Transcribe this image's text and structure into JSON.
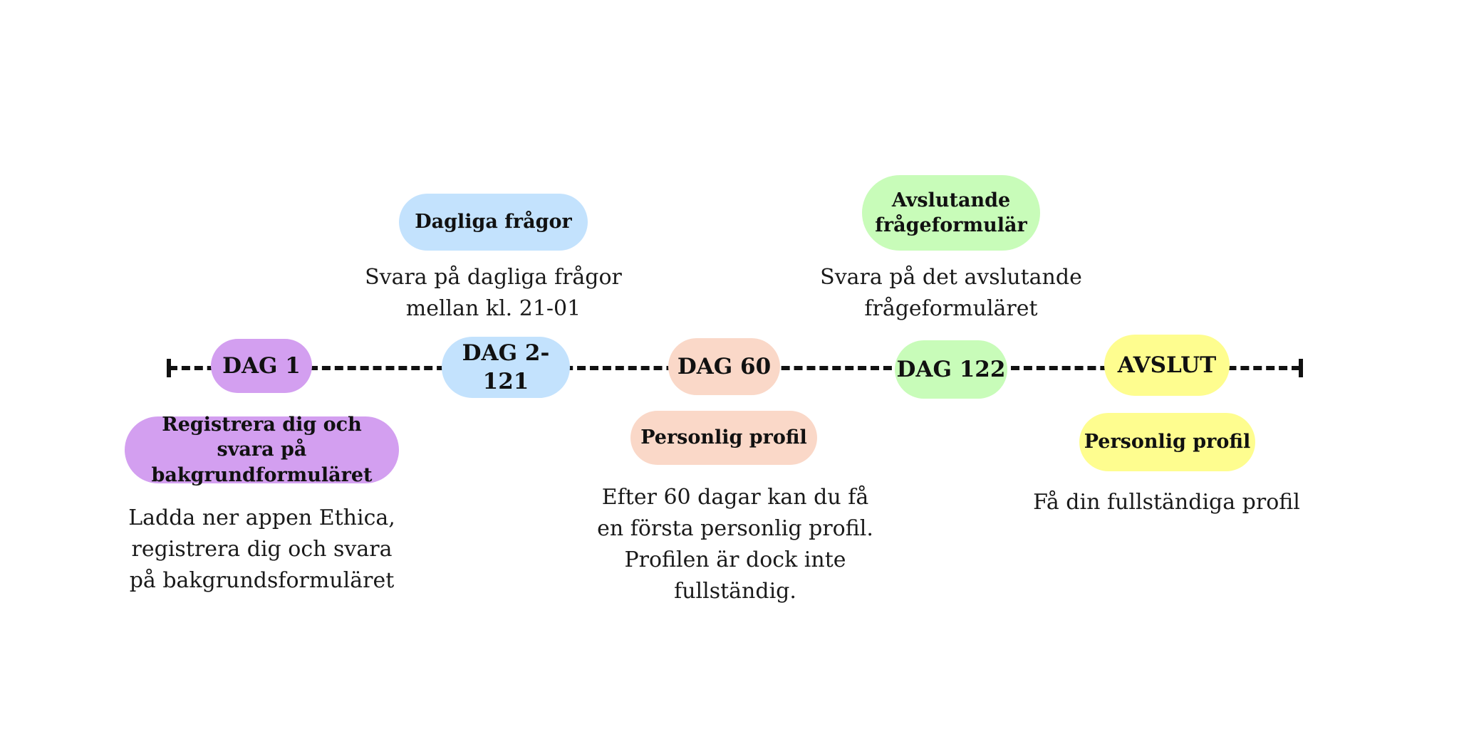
{
  "timeline": {
    "milestones": [
      {
        "day": "DAG 1",
        "label": "Registrera dig och svara på bakgrundformuläret",
        "description": "Ladda ner appen Ethica, registrera dig och svara på bakgrundsformuläret",
        "color": "#d39ff0"
      },
      {
        "day": "DAG 2-121",
        "label": "Dagliga frågor",
        "description": "Svara på dagliga frågor mellan kl. 21-01",
        "color": "#c3e2fd"
      },
      {
        "day": "DAG 60",
        "label": "Personlig profil",
        "description": "Efter 60 dagar kan du få en första personlig profil. Profilen är dock inte fullständig.",
        "color": "#fad8c8"
      },
      {
        "day": "DAG 122",
        "label": "Avslutande frågeformulär",
        "description": "Svara på det avslutande frågeformuläret",
        "color": "#c8fcb9"
      },
      {
        "day": "AVSLUT",
        "label": "Personlig profil",
        "description": "Få din fullständiga profil",
        "color": "#fefd8f"
      }
    ]
  }
}
